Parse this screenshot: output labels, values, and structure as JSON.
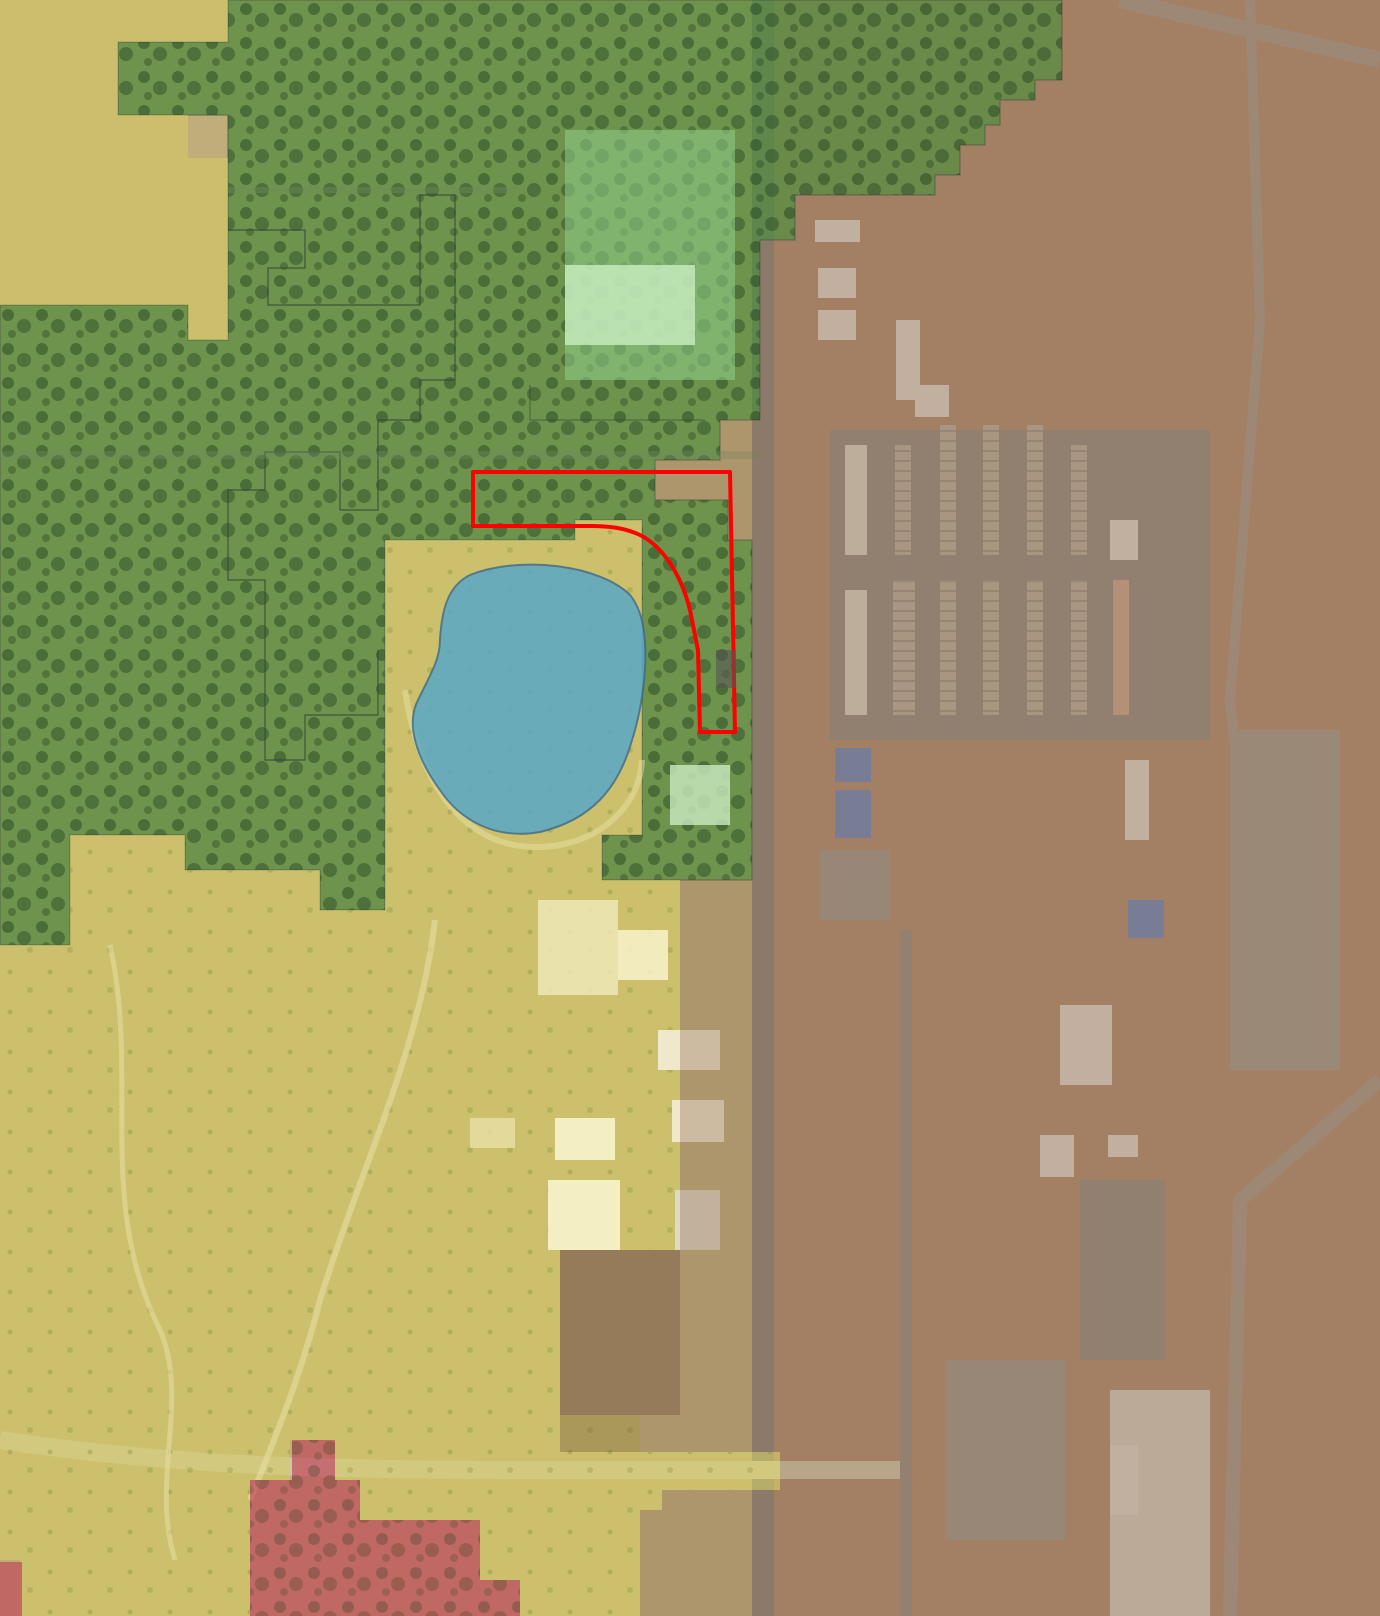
{
  "map": {
    "basemap": "aerial-imagery",
    "colors": {
      "forest_zone": "#4f8a3c",
      "open_grass_zone": "#d6cc63",
      "airport_zone": "#8c6a4f",
      "residential_zone": "#c04a5a",
      "water": "#5aa8c8",
      "boundary_outline": "#ff0000",
      "zone_border": "#2f4a3a"
    },
    "layers": [
      {
        "id": "forest",
        "label": ""
      },
      {
        "id": "open-grass",
        "label": ""
      },
      {
        "id": "airport",
        "label": ""
      },
      {
        "id": "residential",
        "label": ""
      },
      {
        "id": "pond",
        "label": ""
      },
      {
        "id": "project-boundary",
        "label": ""
      }
    ]
  }
}
